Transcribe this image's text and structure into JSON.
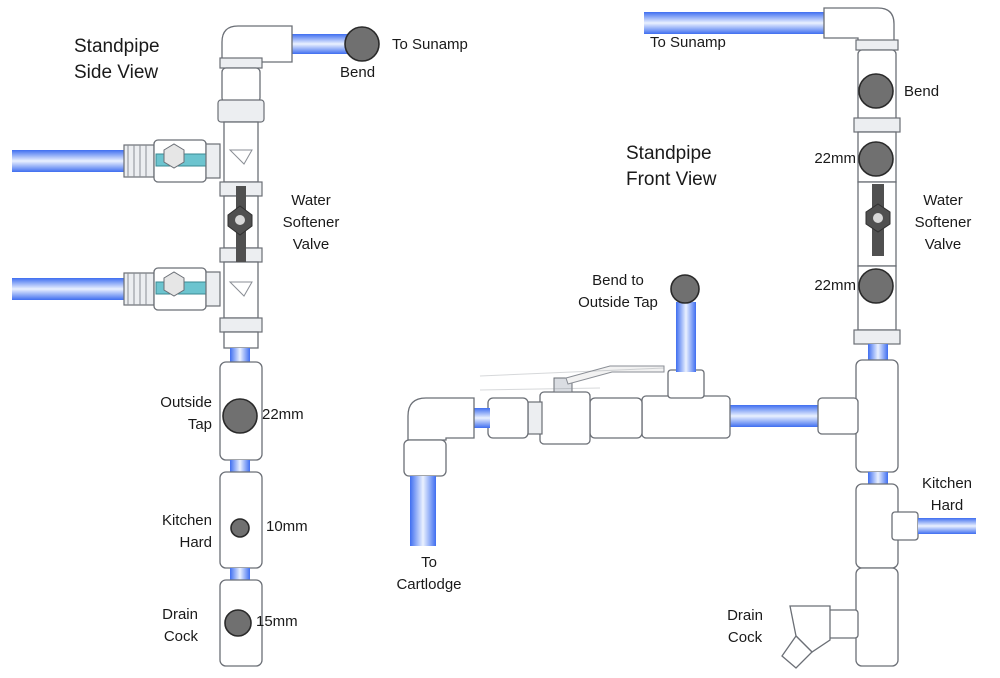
{
  "titles": {
    "side_view": [
      "Standpipe",
      "Side View"
    ],
    "front_view": [
      "Standpipe",
      "Front View"
    ]
  },
  "side_view_labels": {
    "to_sunamp": "To Sunamp",
    "bend": "Bend",
    "water_softener_valve": [
      "Water",
      "Softener",
      "Valve"
    ],
    "outside_tap": [
      "Outside",
      "Tap"
    ],
    "size_22mm": "22mm",
    "kitchen_hard": [
      "Kitchen",
      "Hard"
    ],
    "size_10mm": "10mm",
    "drain_cock": [
      "Drain",
      "Cock"
    ],
    "size_15mm": "15mm"
  },
  "front_view_labels": {
    "to_sunamp": "To Sunamp",
    "bend": "Bend",
    "size_22mm_upper": "22mm",
    "water_softener_valve": [
      "Water",
      "Softener",
      "Valve"
    ],
    "size_22mm_lower": "22mm",
    "bend_to_outside_tap": [
      "Bend to",
      "Outside Tap"
    ],
    "kitchen_hard": [
      "Kitchen",
      "Hard"
    ],
    "to_cartlodge": [
      "To",
      "Cartlodge"
    ],
    "drain_cock": [
      "Drain",
      "Cock"
    ]
  },
  "colors": {
    "pipe_blue": "#3f6ef0",
    "pipe_light": "#e6efff",
    "valve_handle_teal": "#6cc4cf",
    "valve_handle_dark": "#505050",
    "marker_grey": "#707070"
  }
}
